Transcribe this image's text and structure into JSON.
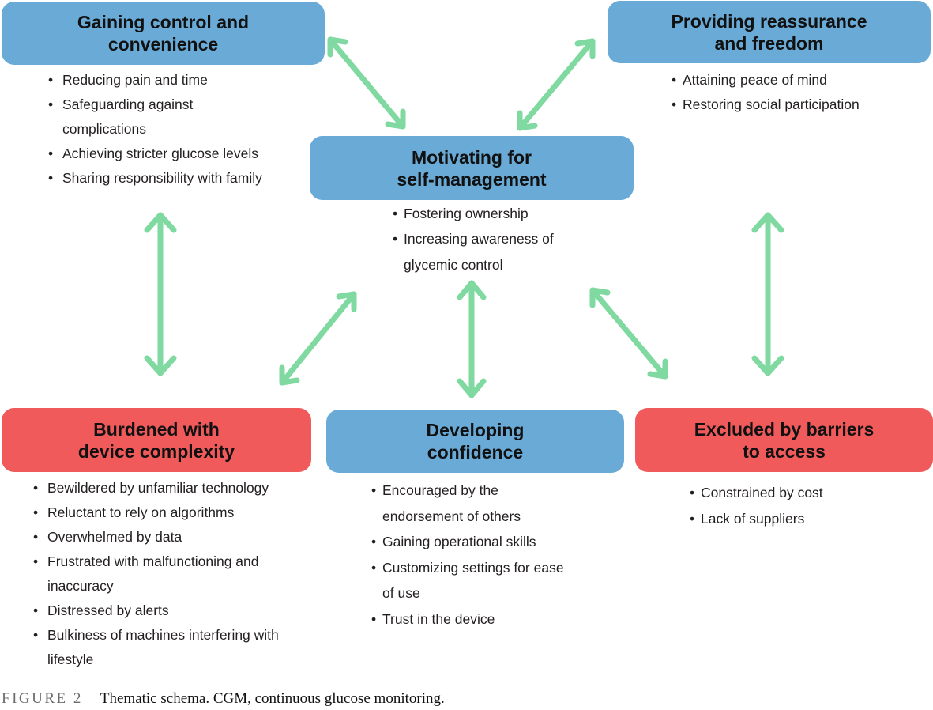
{
  "themes": {
    "gaining_control": {
      "title": "Gaining control and\nconvenience",
      "items": [
        "Reducing pain and time",
        "Safeguarding against\ncomplications",
        "Achieving stricter glucose levels",
        "Sharing responsibility with family"
      ]
    },
    "providing_reassurance": {
      "title": "Providing reassurance\nand freedom",
      "items": [
        "Attaining peace of mind",
        "Restoring social participation"
      ]
    },
    "motivating": {
      "title": "Motivating for\nself-management",
      "items": [
        "Fostering ownership",
        "Increasing awareness of\nglycemic control"
      ]
    },
    "burdened": {
      "title": "Burdened with\ndevice complexity",
      "items": [
        "Bewildered by unfamiliar technology",
        "Reluctant to rely on algorithms",
        "Overwhelmed by data",
        "Frustrated with malfunctioning and\ninaccuracy",
        "Distressed by alerts",
        "Bulkiness of machines interfering with\nlifestyle"
      ]
    },
    "developing_confidence": {
      "title": "Developing\nconfidence",
      "items": [
        "Encouraged by the\nendorsement of others",
        "Gaining operational skills",
        "Customizing settings for ease\nof use",
        "Trust in the device"
      ]
    },
    "excluded": {
      "title": "Excluded by barriers\nto access",
      "items": [
        "Constrained by cost",
        "Lack of suppliers"
      ]
    }
  },
  "colors": {
    "positive_box": "#6aaad7",
    "negative_box": "#f05a5a",
    "arrow": "#7fd9a1"
  },
  "caption": {
    "label": "FIGURE 2",
    "text": "Thematic schema. CGM, continuous glucose monitoring."
  }
}
